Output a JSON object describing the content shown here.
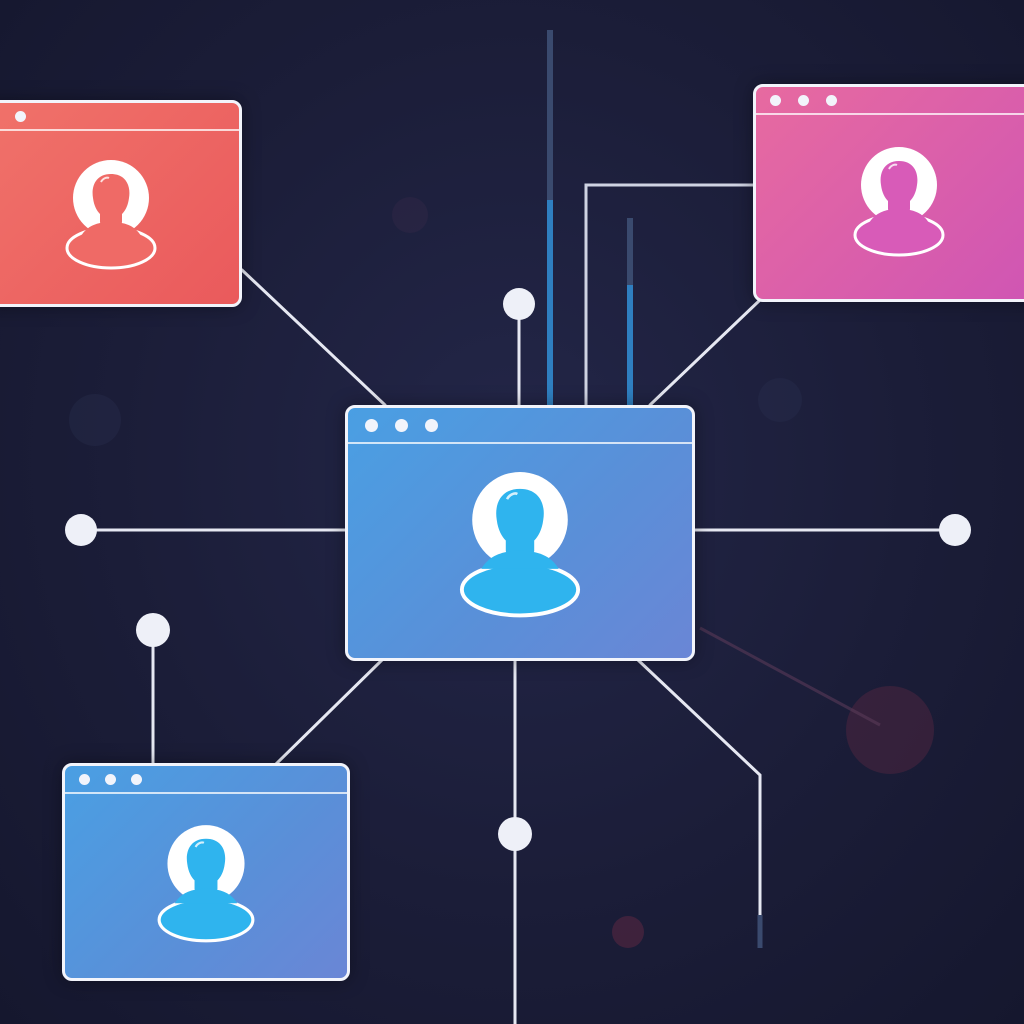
{
  "palette": {
    "background": "#1b1d38",
    "line": "#e6e8f2",
    "red_window": "#ef6a66",
    "pink_window": "#da5fac",
    "blue_window": "#4f9ae0",
    "avatar_fill_blue": "#2fb4ee",
    "avatar_fill_pink": "#d85bb8",
    "avatar_fill_red": "#ef6a66",
    "node": "#eef0f8",
    "accent_bar": "#2f7fc0"
  },
  "windows": [
    {
      "name": "center-window",
      "theme": "blue",
      "avatar_icon": "user-icon"
    },
    {
      "name": "top-left-window",
      "theme": "red",
      "avatar_icon": "user-icon"
    },
    {
      "name": "top-right-window",
      "theme": "pink",
      "avatar_icon": "user-icon"
    },
    {
      "name": "bottom-left-window",
      "theme": "blue",
      "avatar_icon": "user-icon"
    }
  ]
}
